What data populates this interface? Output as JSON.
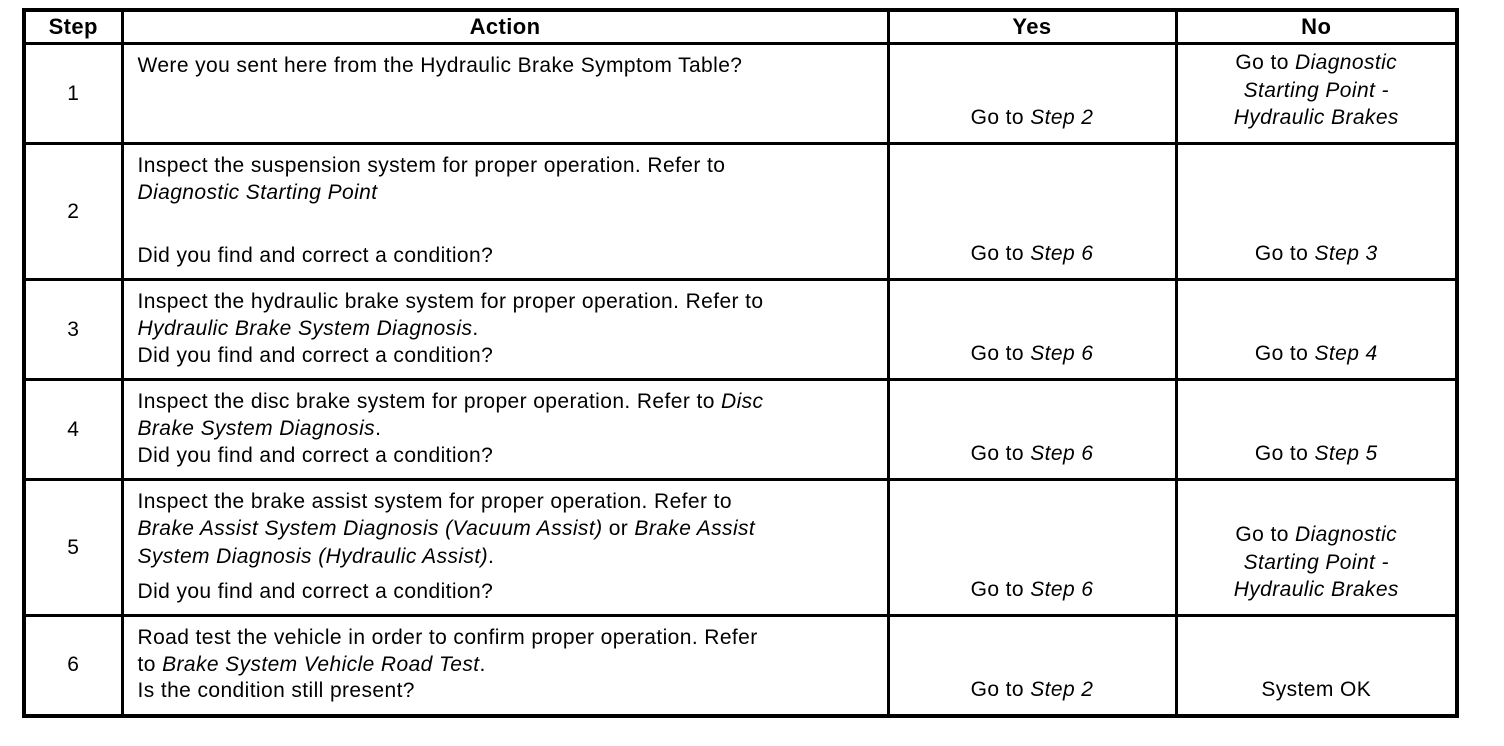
{
  "table": {
    "headers": [
      "Step",
      "Action",
      "Yes",
      "No"
    ],
    "rows": [
      {
        "step": "1",
        "action": [
          {
            "t": "Were you sent here from the Hydraulic Brake Symptom Table?"
          }
        ],
        "question": "",
        "yes": [
          {
            "t": "Go to "
          },
          {
            "t": "Step 2",
            "i": true
          }
        ],
        "no": [
          {
            "t": "Go to "
          },
          {
            "t": "Diagnostic\nStarting Point -\nHydraulic Brakes",
            "i": true
          }
        ]
      },
      {
        "step": "2",
        "action": [
          {
            "t": "Inspect the suspension system for proper operation. Refer to\n"
          },
          {
            "t": "Diagnostic Starting Point",
            "i": true
          }
        ],
        "question": "Did you find and correct a condition?",
        "yes": [
          {
            "t": "Go to "
          },
          {
            "t": "Step 6",
            "i": true
          }
        ],
        "no": [
          {
            "t": "Go to "
          },
          {
            "t": "Step 3",
            "i": true
          }
        ]
      },
      {
        "step": "3",
        "action": [
          {
            "t": "Inspect the hydraulic brake system for proper operation. Refer to\n"
          },
          {
            "t": "Hydraulic Brake System Diagnosis",
            "i": true
          },
          {
            "t": "."
          }
        ],
        "question": "Did you find and correct a condition?",
        "yes": [
          {
            "t": "Go to "
          },
          {
            "t": "Step 6",
            "i": true
          }
        ],
        "no": [
          {
            "t": "Go to "
          },
          {
            "t": "Step 4",
            "i": true
          }
        ]
      },
      {
        "step": "4",
        "action": [
          {
            "t": "Inspect the disc brake system for proper operation. Refer to "
          },
          {
            "t": "Disc\nBrake System Diagnosis",
            "i": true
          },
          {
            "t": "."
          }
        ],
        "question": "Did you find and correct a condition?",
        "yes": [
          {
            "t": "Go to "
          },
          {
            "t": "Step 6",
            "i": true
          }
        ],
        "no": [
          {
            "t": "Go to "
          },
          {
            "t": "Step 5",
            "i": true
          }
        ]
      },
      {
        "step": "5",
        "action": [
          {
            "t": "Inspect the brake assist system for proper operation. Refer to\n"
          },
          {
            "t": "Brake Assist System Diagnosis (Vacuum Assist)",
            "i": true
          },
          {
            "t": " or "
          },
          {
            "t": "Brake Assist\nSystem Diagnosis (Hydraulic Assist)",
            "i": true
          },
          {
            "t": "."
          }
        ],
        "question": "Did you find and correct a condition?",
        "yes": [
          {
            "t": "Go to "
          },
          {
            "t": "Step 6",
            "i": true
          }
        ],
        "no": [
          {
            "t": "Go to "
          },
          {
            "t": "Diagnostic\nStarting Point -\nHydraulic Brakes",
            "i": true
          }
        ]
      },
      {
        "step": "6",
        "action": [
          {
            "t": "Road test the vehicle in order to confirm proper operation. Refer\nto "
          },
          {
            "t": "Brake System Vehicle Road Test",
            "i": true
          },
          {
            "t": "."
          }
        ],
        "question": "Is the condition still present?",
        "yes": [
          {
            "t": "Go to "
          },
          {
            "t": "Step 2",
            "i": true
          }
        ],
        "no": [
          {
            "t": "System OK"
          }
        ]
      }
    ]
  }
}
